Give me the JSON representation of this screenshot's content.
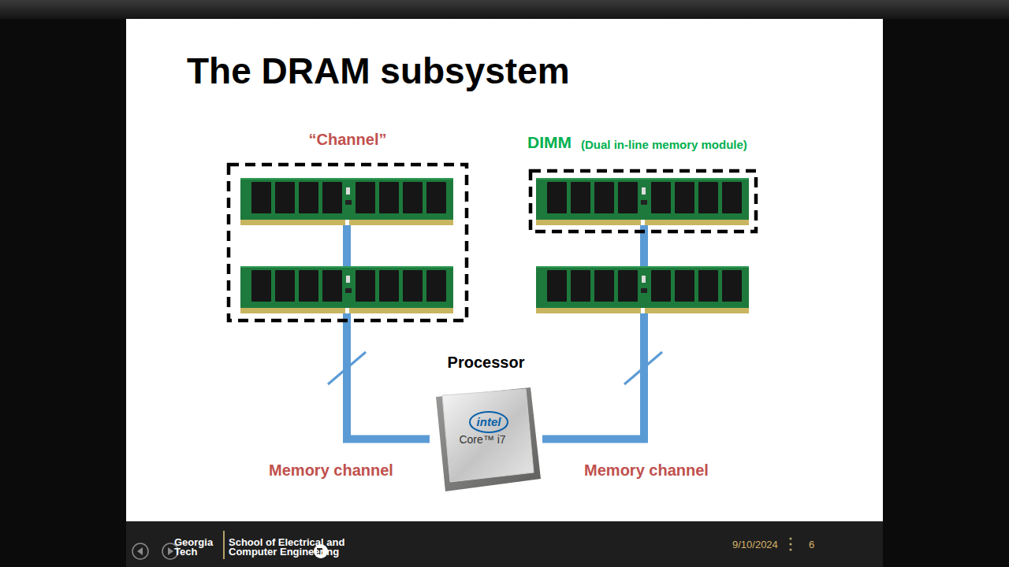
{
  "diagram": {
    "title": "The DRAM subsystem",
    "nodes": [
      {
        "text": [
          "“Channel”"
        ]
      },
      {
        "text": [
          "DIMM",
          "(Dual in-line memory module)"
        ]
      },
      {
        "text": [
          "Processor",
          "intel",
          "Core™ i7"
        ]
      }
    ],
    "edges": [
      {
        "from": 2,
        "to": 0,
        "arrow": "none",
        "label": "Memory channel"
      },
      {
        "from": 2,
        "to": 1,
        "arrow": "none",
        "label": "Memory channel"
      }
    ],
    "labels": [
      "Georgia Tech",
      "School of Electrical and Computer Engineering",
      "9/10/2024",
      "6"
    ]
  }
}
